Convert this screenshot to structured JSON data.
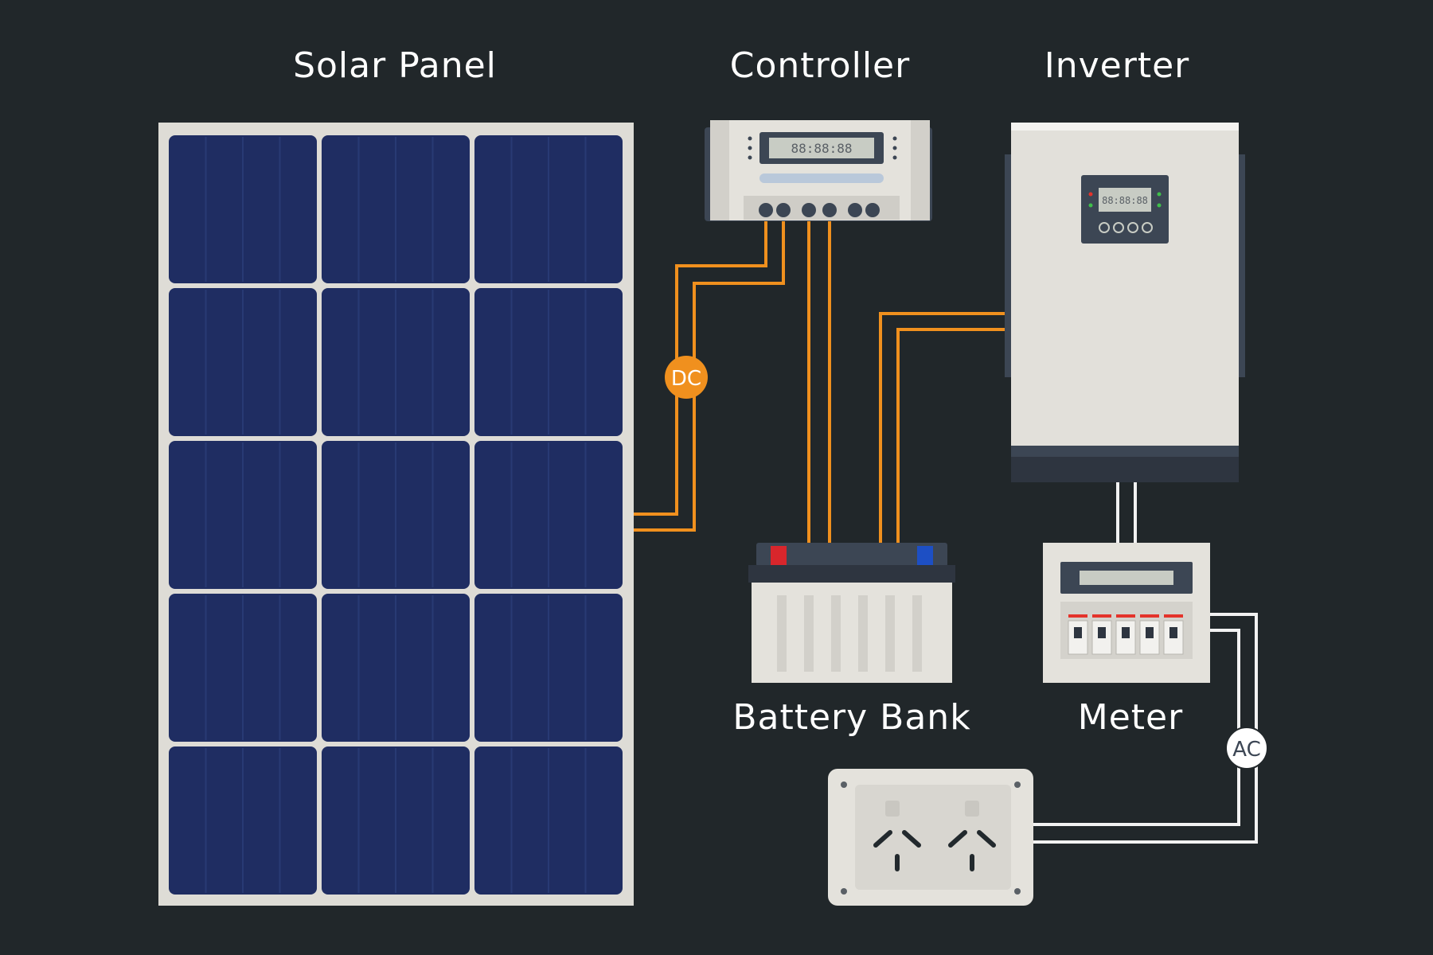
{
  "labels": {
    "solar_panel": "Solar Panel",
    "controller": "Controller",
    "inverter": "Inverter",
    "battery_bank": "Battery Bank",
    "meter": "Meter"
  },
  "badges": {
    "dc": "DC",
    "ac": "AC"
  },
  "displays": {
    "controller_lcd": "88:88:88",
    "inverter_lcd": "88:88:88"
  },
  "colors": {
    "background": "#21272a",
    "panel_cell": "#1f2d62",
    "panel_frame": "#dedcd6",
    "dc_wire": "#f0901e",
    "ac_wire": "#f2f2f2",
    "device_body": "#e2e0da",
    "device_dark": "#3c4654",
    "battery_positive": "#d8262c",
    "battery_negative": "#1d4fc4",
    "breaker_red": "#e4332b"
  }
}
